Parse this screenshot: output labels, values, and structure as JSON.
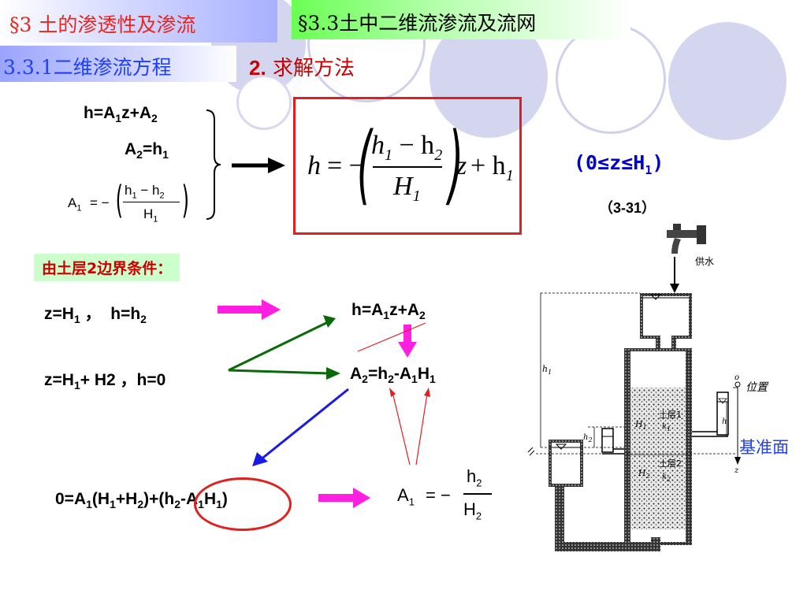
{
  "header": {
    "section_title": "§3 土的渗透性及渗流",
    "subsection_title": "§3.3土中二维流渗流及流网",
    "subsubsection_title": "3.3.1二维渗流方程",
    "method_number": "2.",
    "method_label": "求解方法"
  },
  "top_left": {
    "eq1_pre": "h=A",
    "eq1_s1": "1",
    "eq1_mid": "z+A",
    "eq1_s2": "2",
    "eq2_pre": "A",
    "eq2_s1": "2",
    "eq2_mid": "=h",
    "eq2_s2": "1",
    "eq3_lhs": "A",
    "eq3_lhs_sub": "1",
    "eq3_eq": "= −",
    "eq3_num_a": "h",
    "eq3_num_a_sub": "1",
    "eq3_num_op": " − h",
    "eq3_num_b_sub": "2",
    "eq3_den": "H",
    "eq3_den_sub": "1"
  },
  "main_formula": {
    "lhs": "h",
    "eq": "= −",
    "num_a": "h",
    "num_a_sub": "1",
    "num_op": " − h",
    "num_b_sub": "2",
    "den": "H",
    "den_sub": "1",
    "tail_z": "z",
    "tail_plus": " + h",
    "tail_sub": "1"
  },
  "range": {
    "text": "(0≤z≤H",
    "sub": "1",
    "close": ")"
  },
  "equation_number": "（3-31）",
  "boundary": {
    "label": "由土层2边界条件：",
    "cond1_a": "z=H",
    "cond1_a_sub": "1",
    "cond1_b": " ，  h=h",
    "cond1_b_sub": "2",
    "cond2_a": "z=H",
    "cond2_a_sub": "1",
    "cond2_b": "+ H2 ，h=0",
    "res1_pre": "h=A",
    "res1_s1": "1",
    "res1_mid": "z+A",
    "res1_s2": "2",
    "res2_pre": "A",
    "res2_s1": "2",
    "res2_mid": "=h",
    "res2_s2": "2",
    "res2_m2": "-A",
    "res2_s3": "1",
    "res2_m3": "H",
    "res2_s4": "1",
    "bottom_pre": "0=A",
    "bottom_s1": "1",
    "bottom_m1": "(H",
    "bottom_s2": "1",
    "bottom_m2": "+H",
    "bottom_s3": "2",
    "bottom_m3": ")+(h",
    "bottom_s4": "2",
    "bottom_m4": "-A",
    "bottom_s5": "1",
    "bottom_m5": "H",
    "bottom_s6": "1",
    "bottom_m6": ")",
    "final_lhs": "A",
    "final_lhs_sub": "1",
    "final_eq": "= −",
    "final_num": "h",
    "final_num_sub": "2",
    "final_den": "H",
    "final_den_sub": "2"
  },
  "diagram": {
    "supply_label": "供水",
    "position_label": "位置",
    "layer1_label": "土层1",
    "layer1_k": "k",
    "layer1_k_sub": "1",
    "layer2_label": "土层2",
    "layer2_k": "k",
    "layer2_k_sub": "2",
    "H1_label": "H",
    "H1_sub": "1",
    "H2_label": "H",
    "H2_sub": "2",
    "h1_label": "h",
    "h1_sub": "1",
    "h2_label": "h",
    "h2_sub": "2",
    "h_label": "h",
    "o_label": "o",
    "z_label": "z",
    "datum_label": "基准面"
  },
  "colors": {
    "accent_blue": "#1f3fff",
    "accent_red": "#e01f1f",
    "arrow_magenta": "#ff1fe0",
    "arrow_green": "#0a6a0a",
    "arrow_blue": "#1a1ae6",
    "circle_lavender": "#cfd0ee"
  }
}
